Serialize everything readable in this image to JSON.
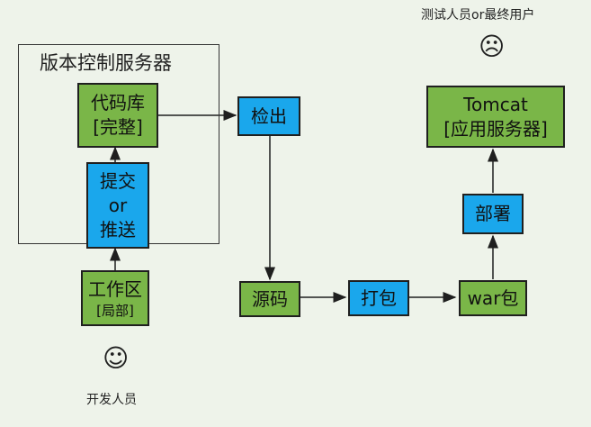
{
  "repo_frame": {
    "title": "版本控制服务器"
  },
  "code_repo": {
    "line1": "代码库",
    "line2": "[完整]"
  },
  "commit_push": {
    "line1": "提交",
    "line2": "or",
    "line3": "推送"
  },
  "workspace": {
    "line1": "工作区",
    "line2": "[局部]"
  },
  "checkout": {
    "label": "检出"
  },
  "source_code": {
    "label": "源码"
  },
  "package": {
    "label": "打包"
  },
  "war_package": {
    "label": "war包"
  },
  "deploy": {
    "label": "部署"
  },
  "tomcat": {
    "line1": "Tomcat",
    "line2": "[应用服务器]"
  },
  "developer": {
    "label": "开发人员",
    "face": "☺"
  },
  "tester": {
    "label": "测试人员or最终用户",
    "face": "☹"
  },
  "colors": {
    "green_box": "#7ab648",
    "blue_box": "#1aa7ec",
    "background": "#eef3ea",
    "arrow": "#1f1f1f"
  }
}
